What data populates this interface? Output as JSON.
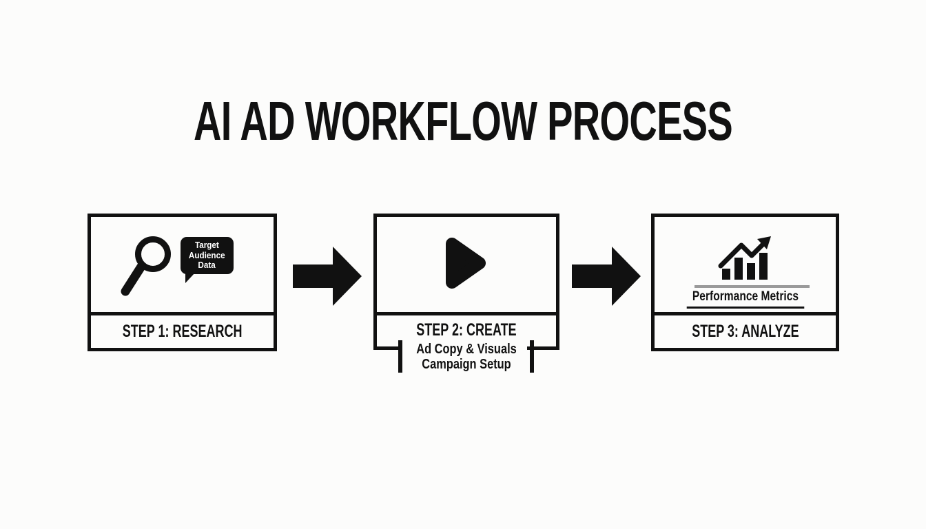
{
  "page": {
    "title": "AI AD WORKFLOW PROCESS"
  },
  "colors": {
    "ink": "#111111",
    "paper": "#fcfcfb",
    "muted": "#9a9a9a"
  },
  "steps": [
    {
      "label": "STEP 1: RESEARCH",
      "icon": "magnifier-icon",
      "callout": {
        "lines": [
          "Target",
          "Audience",
          "Data"
        ]
      }
    },
    {
      "label": "STEP 2: CREATE",
      "icon": "play-icon",
      "sub_lines": [
        "Ad Copy & Visuals",
        "Campaign Setup"
      ]
    },
    {
      "label": "STEP 3: ANALYZE",
      "icon": "bar-chart-icon",
      "caption": "Performance Metrics"
    }
  ],
  "connectors": [
    {
      "icon": "arrow-right-icon"
    },
    {
      "icon": "arrow-right-icon"
    }
  ]
}
